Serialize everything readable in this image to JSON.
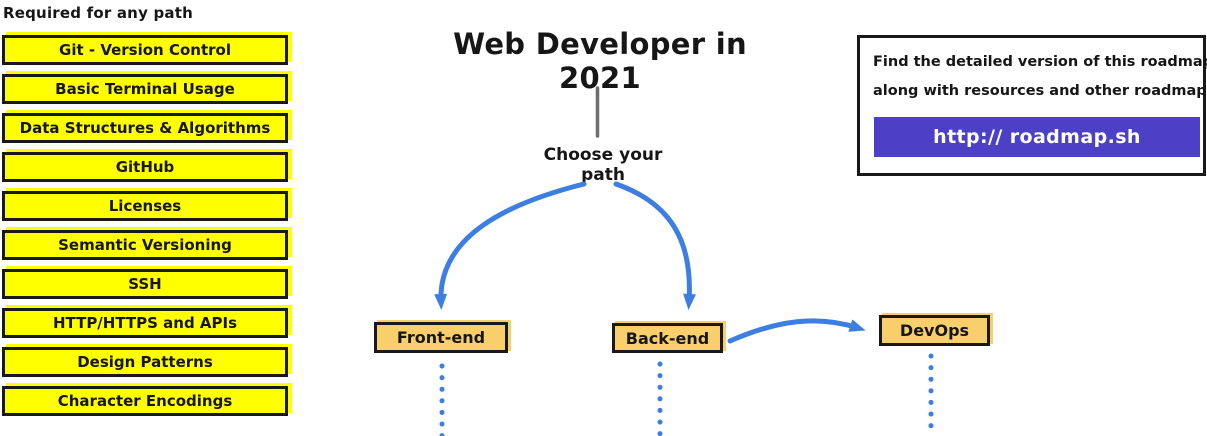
{
  "sidebar": {
    "heading": "Required for any path",
    "items": [
      "Git - Version Control",
      "Basic Terminal Usage",
      "Data Structures & Algorithms",
      "GitHub",
      "Licenses",
      "Semantic Versioning",
      "SSH",
      "HTTP/HTTPS and APIs",
      "Design Patterns",
      "Character Encodings"
    ]
  },
  "main": {
    "title": "Web Developer in 2021",
    "choose_label": "Choose your path",
    "paths": [
      "Front-end",
      "Back-end",
      "DevOps"
    ]
  },
  "info_box": {
    "line1": "Find the detailed version of this roadmap",
    "line2": "along with resources and other roadmaps",
    "button_label": "http:// roadmap.sh"
  },
  "colors": {
    "required_box_fill": "#ffff00",
    "path_box_fill": "#f9cf6b",
    "arrow_blue": "#3d7ee2",
    "button_purple": "#4c40c6",
    "connector_gray": "#6e6e6e",
    "border_black": "#191919"
  }
}
